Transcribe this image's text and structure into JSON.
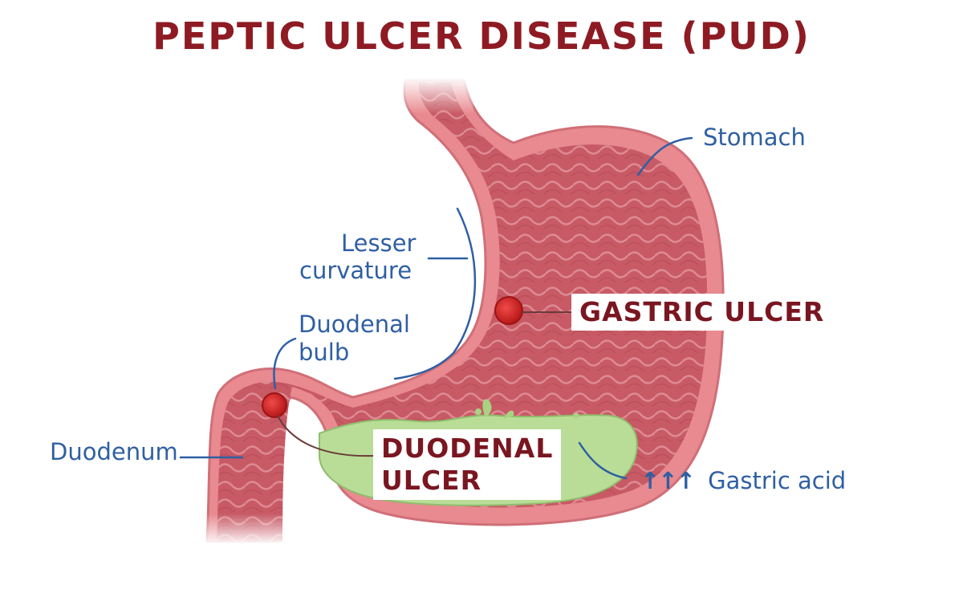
{
  "title": "PEPTIC ULCER DISEASE (PUD)",
  "labels": {
    "stomach": "Stomach",
    "lesser_curvature_line1": "Lesser",
    "lesser_curvature_line2": "curvature",
    "duodenal_bulb_line1": "Duodenal",
    "duodenal_bulb_line2": "bulb",
    "duodenum": "Duodenum",
    "gastric_ulcer": "GASTRIC ULCER",
    "duodenal_ulcer_line1": "DUODENAL",
    "duodenal_ulcer_line2": "ULCER",
    "gastric_acid": "Gastric acid",
    "acid_arrows": "↑↑↑"
  },
  "colors": {
    "title": "#8e1b23",
    "label_text": "#2f5fa3",
    "ulcer_text": "#7a1620",
    "stomach_wall": "#e88a8f",
    "stomach_lining": "#c75a65",
    "ulcer_spot": "#d42a2a",
    "acid": "#b9dd96"
  }
}
